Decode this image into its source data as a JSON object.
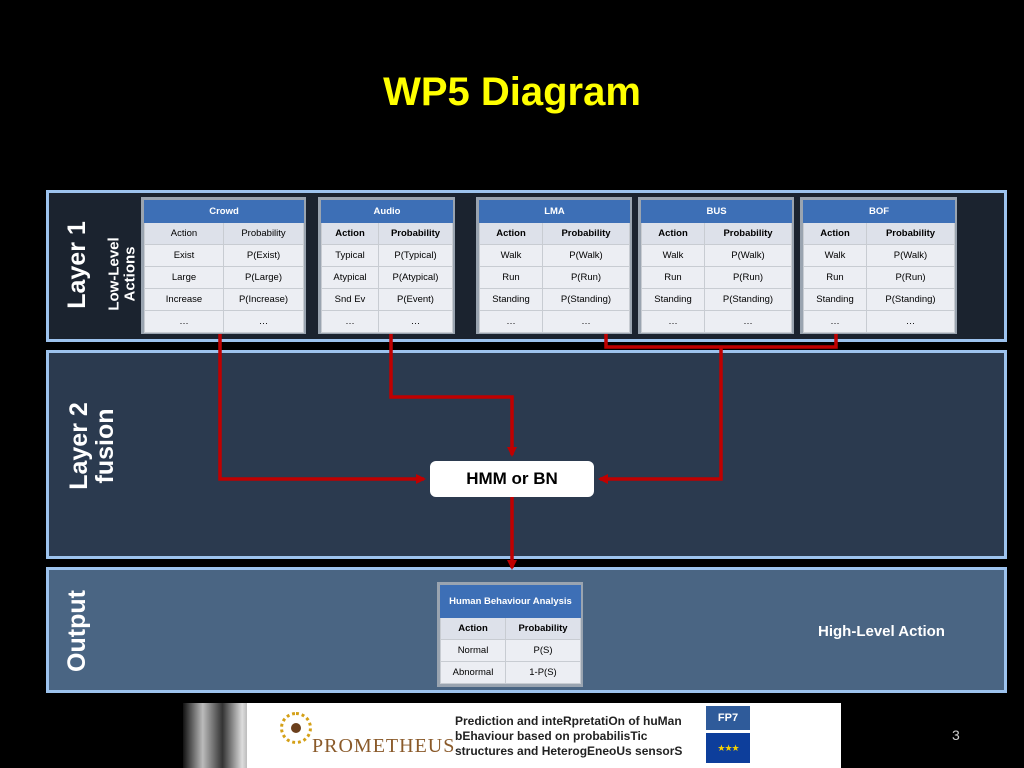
{
  "title": "WP5 Diagram",
  "layers": {
    "layer1": {
      "title": "Layer 1",
      "subtitle_line1": "Low-Level",
      "subtitle_line2": "Actions"
    },
    "layer2": {
      "title_line1": "Layer 2",
      "title_line2": "fusion"
    },
    "layer3": {
      "title": "Output"
    }
  },
  "tables": {
    "crowd": {
      "title": "Crowd",
      "head": [
        "Action",
        "Probability"
      ],
      "rows": [
        [
          "Exist",
          "P(Exist)"
        ],
        [
          "Large",
          "P(Large)"
        ],
        [
          "Increase",
          "P(Increase)"
        ],
        [
          "…",
          "…"
        ]
      ]
    },
    "audio": {
      "title": "Audio",
      "head": [
        "Action",
        "Probability"
      ],
      "rows": [
        [
          "Typical",
          "P(Typical)"
        ],
        [
          "Atypical",
          "P(Atypical)"
        ],
        [
          "Snd Ev",
          "P(Event)"
        ],
        [
          "…",
          "…"
        ]
      ]
    },
    "lma": {
      "title": "LMA",
      "head": [
        "Action",
        "Probability"
      ],
      "rows": [
        [
          "Walk",
          "P(Walk)"
        ],
        [
          "Run",
          "P(Run)"
        ],
        [
          "Standing",
          "P(Standing)"
        ],
        [
          "…",
          "…"
        ]
      ]
    },
    "bus": {
      "title": "BUS",
      "head": [
        "Action",
        "Probability"
      ],
      "rows": [
        [
          "Walk",
          "P(Walk)"
        ],
        [
          "Run",
          "P(Run)"
        ],
        [
          "Standing",
          "P(Standing)"
        ],
        [
          "…",
          "…"
        ]
      ]
    },
    "bof": {
      "title": "BOF",
      "head": [
        "Action",
        "Probability"
      ],
      "rows": [
        [
          "Walk",
          "P(Walk)"
        ],
        [
          "Run",
          "P(Run)"
        ],
        [
          "Standing",
          "P(Standing)"
        ],
        [
          "…",
          "…"
        ]
      ]
    },
    "hba": {
      "title": "Human Behaviour Analysis",
      "head": [
        "Action",
        "Probability"
      ],
      "rows": [
        [
          "Normal",
          "P(S)"
        ],
        [
          "Abnormal",
          "1-P(S)"
        ]
      ]
    }
  },
  "fusion_node": "HMM or BN",
  "output_label": "High-Level Action",
  "footer": {
    "logo_text": "PROMETHEUS",
    "motto": [
      "Prediction and inteRpretatiOn of huMan",
      "bEhaviour based on probabilisTic",
      "structures and HeterogEneoUs sensorS"
    ]
  },
  "page_number": "3",
  "colors": {
    "title": "#ffff00",
    "table_header": "#3d6fb6",
    "arrow": "#c00000",
    "layer_border": "#9dc3ee"
  }
}
